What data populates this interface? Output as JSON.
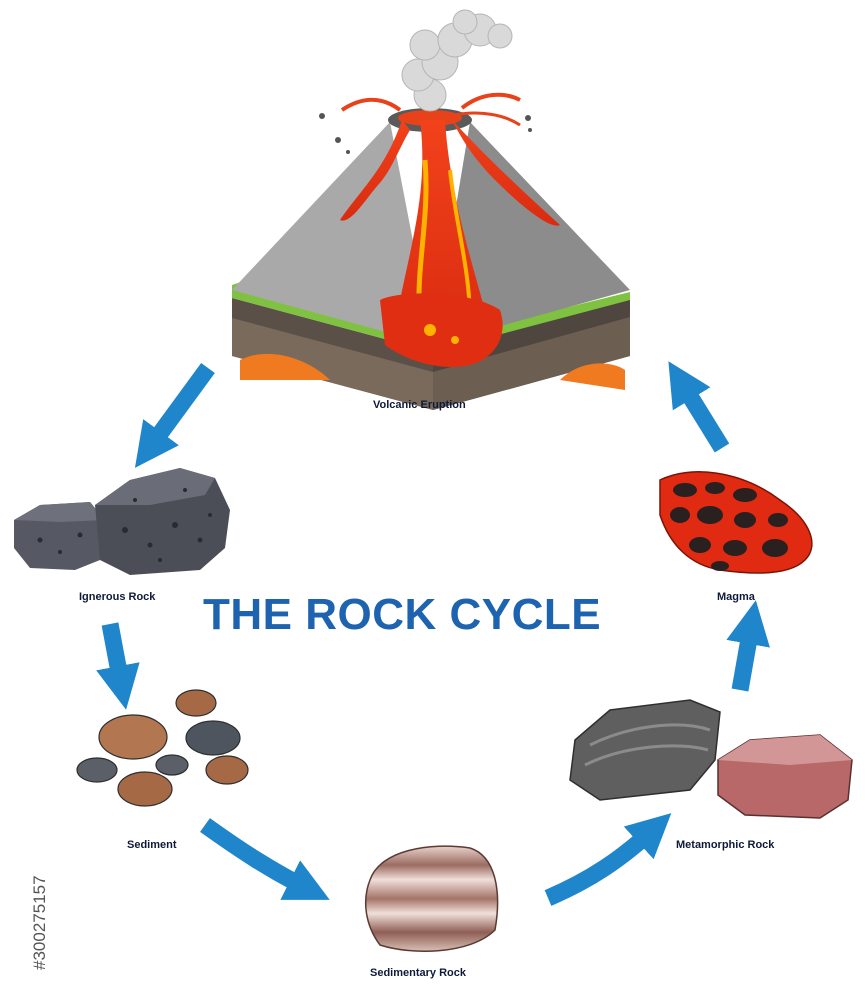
{
  "title": "THE ROCK CYCLE",
  "stages": {
    "volcanic_eruption": "Volcanic Eruption",
    "igneous_rock": "Ignerous Rock",
    "sediment": "Sediment",
    "sedimentary_rock": "Sedimentary Rock",
    "metamorphic_rock": "Metamorphic Rock",
    "magma": "Magma"
  },
  "stock_id": "#300275157",
  "colors": {
    "arrow": "#1f86cc",
    "title": "#1d63b0",
    "label": "#0f1a3a",
    "lava": "#e8421a",
    "rock_gray": "#4b4d55"
  }
}
